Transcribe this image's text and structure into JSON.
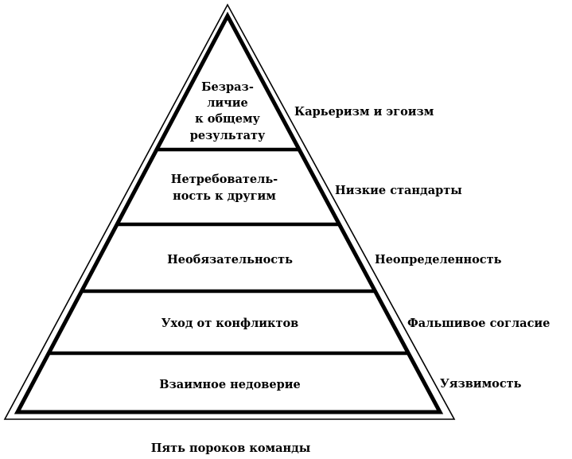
{
  "title": "Пять пороков команды",
  "levels": [
    {
      "inside": [
        "Безраз-",
        "личие",
        "к общему",
        "результату"
      ],
      "outside": "Карьеризм и эгоизм"
    },
    {
      "inside": [
        "Нетребователь-",
        "ность к другим"
      ],
      "outside": "Низкие стандарты"
    },
    {
      "inside": [
        "Необязательность"
      ],
      "outside": "Неопределенность"
    },
    {
      "inside": [
        "Уход от конфликтов"
      ],
      "outside": "Фальшивое согласие"
    },
    {
      "inside": [
        "Взаимное недоверие"
      ],
      "outside": "Уязвимость"
    }
  ]
}
